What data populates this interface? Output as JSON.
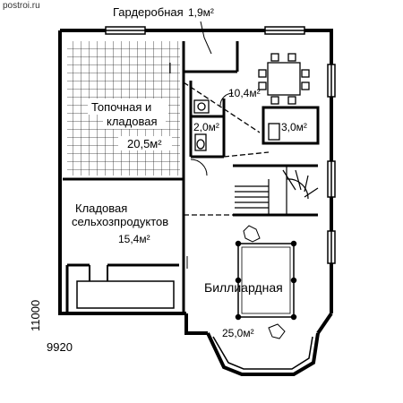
{
  "source": "postroi.ru",
  "rooms": [
    {
      "name": "Гардеробная",
      "area": "1,9м²"
    },
    {
      "name_line1": "Топочная и",
      "name_line2": "кладовая",
      "area": "20,5м²"
    },
    {
      "area": "10,4м²"
    },
    {
      "area": "2,0м²"
    },
    {
      "area": "3,0м²"
    },
    {
      "name_line1": "Кладовая",
      "name_line2": "сельхозпродуктов",
      "area": "15,4м²"
    },
    {
      "name": "Биллиардная",
      "area": "25,0м²"
    }
  ],
  "dimensions": {
    "width": "9920",
    "depth": "11000"
  }
}
